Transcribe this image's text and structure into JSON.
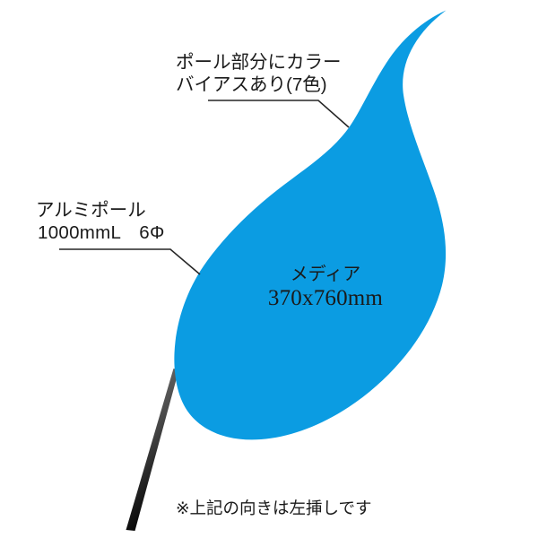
{
  "diagram": {
    "title": "teardrop-flag-specification",
    "background_color": "#ffffff",
    "flag": {
      "fill_color": "#0b9ce2",
      "media_label": "メディア",
      "media_size": "370x760mm"
    },
    "pole": {
      "gradient_top_color": "#717171",
      "gradient_bottom_color": "#000000"
    },
    "callouts": [
      {
        "id": "pole-color-bias",
        "line1": "ポール部分にカラー",
        "line2": "バイアスあり(7色)"
      },
      {
        "id": "aluminium-pole",
        "line1": "アルミポール",
        "line2": "1000mmL　6Φ"
      }
    ],
    "footnote": "※上記の向きは左挿しです"
  }
}
